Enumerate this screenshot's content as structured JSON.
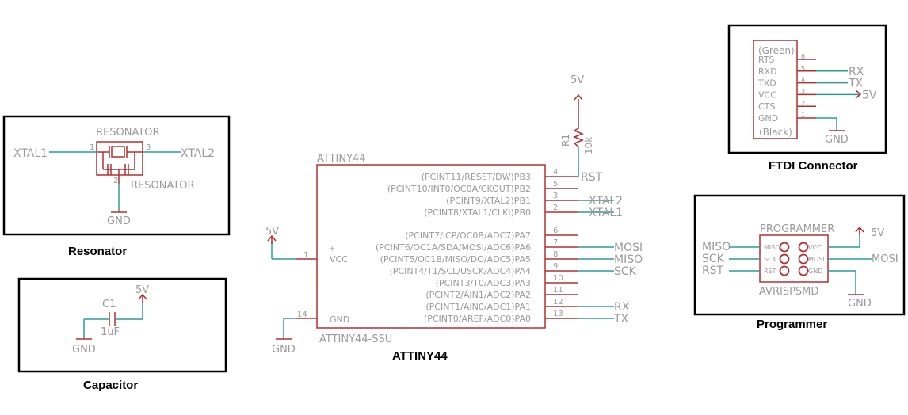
{
  "captions": {
    "resonator": "Resonator",
    "capacitor": "Capacitor",
    "attiny": "ATTINY44",
    "ftdi": "FTDI Connector",
    "programmer": "Programmer"
  },
  "resonator": {
    "name_top": "RESONATOR",
    "name_bottom": "RESONATOR",
    "pin1": "1",
    "pin2": "2",
    "pin3": "3",
    "net_left": "XTAL1",
    "net_right": "XTAL2",
    "gnd": "GND"
  },
  "capacitor": {
    "name": "C1",
    "value": "1uF",
    "supply": "5V",
    "gnd": "GND"
  },
  "attiny": {
    "name": "ATTINY44",
    "package": "ATTINY44-SSU",
    "vcc_label": "VCC",
    "gnd_label": "GND",
    "vcc_pin": "1",
    "gnd_pin": "14",
    "supply": "5V",
    "gnd": "GND",
    "dot": "+",
    "resistor": {
      "name": "R1",
      "value": "10k",
      "supply": "5V"
    },
    "pins": [
      {
        "label": "(PCINT11/RESET/DW)PB3",
        "num": "4",
        "net": "RST"
      },
      {
        "label": "(PCINT10/INT0/OC0A/CKOUT)PB2",
        "num": "5",
        "net": ""
      },
      {
        "label": "(PCINT9/XTAL2)PB1",
        "num": "3",
        "net": "XTAL2"
      },
      {
        "label": "(PCINT8/XTAL1/CLKI)PB0",
        "num": "2",
        "net": "XTAL1"
      },
      {
        "label": "(PCINT7/ICP/OC0B/ADC7)PA7",
        "num": "6",
        "net": ""
      },
      {
        "label": "(PCINT6/OC1A/SDA/MOSI/ADC6)PA6",
        "num": "7",
        "net": "MOSI"
      },
      {
        "label": "(PCINT5/OC1B/MISO/DO/ADC5)PA5",
        "num": "8",
        "net": "MISO"
      },
      {
        "label": "(PCINT4/T1/SCL/USCK/ADC4)PA4",
        "num": "9",
        "net": "SCK"
      },
      {
        "label": "(PCINT3/T0/ADC3)PA3",
        "num": "10",
        "net": ""
      },
      {
        "label": "(PCINT2/AIN1/ADC2)PA2",
        "num": "11",
        "net": ""
      },
      {
        "label": "(PCINT1/AIN0/ADC1)PA1",
        "num": "12",
        "net": "RX"
      },
      {
        "label": "(PCINT0/AREF/ADC0)PA0",
        "num": "13",
        "net": "TX"
      }
    ]
  },
  "ftdi": {
    "top": "(Green)",
    "bottom": "(Black)",
    "pins": [
      {
        "label": "RTS",
        "num": "6",
        "net": ""
      },
      {
        "label": "RXD",
        "num": "5",
        "net": "RX"
      },
      {
        "label": "TXD",
        "num": "4",
        "net": "TX"
      },
      {
        "label": "VCC",
        "num": "3",
        "net": "5V"
      },
      {
        "label": "CTS",
        "num": "2",
        "net": ""
      },
      {
        "label": "GND",
        "num": "1",
        "net": ""
      }
    ],
    "gnd": "GND"
  },
  "programmer": {
    "name": "PROGRAMMER",
    "part": "AVRISPSMD",
    "left_pins": [
      "MISO",
      "SCK",
      "RST"
    ],
    "right_pins": [
      "VCC",
      "MOSI",
      "GND"
    ],
    "left_nets": [
      "MISO",
      "SCK",
      "RST"
    ],
    "right_net_mosi": "MOSI",
    "supply": "5V",
    "gnd": "GND"
  }
}
